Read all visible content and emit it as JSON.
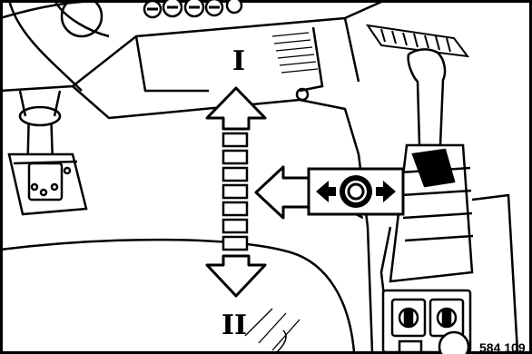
{
  "labels": {
    "position_upper": "I",
    "position_lower": "II",
    "reference_number": "584 109"
  },
  "icons": {
    "shift_indicator": "double-arrow-ring-icon",
    "up_arrow": "arrow-up-icon",
    "down_arrow": "arrow-down-icon",
    "left_arrow": "arrow-left-icon"
  },
  "colors": {
    "ink": "#000000",
    "paper": "#ffffff"
  }
}
